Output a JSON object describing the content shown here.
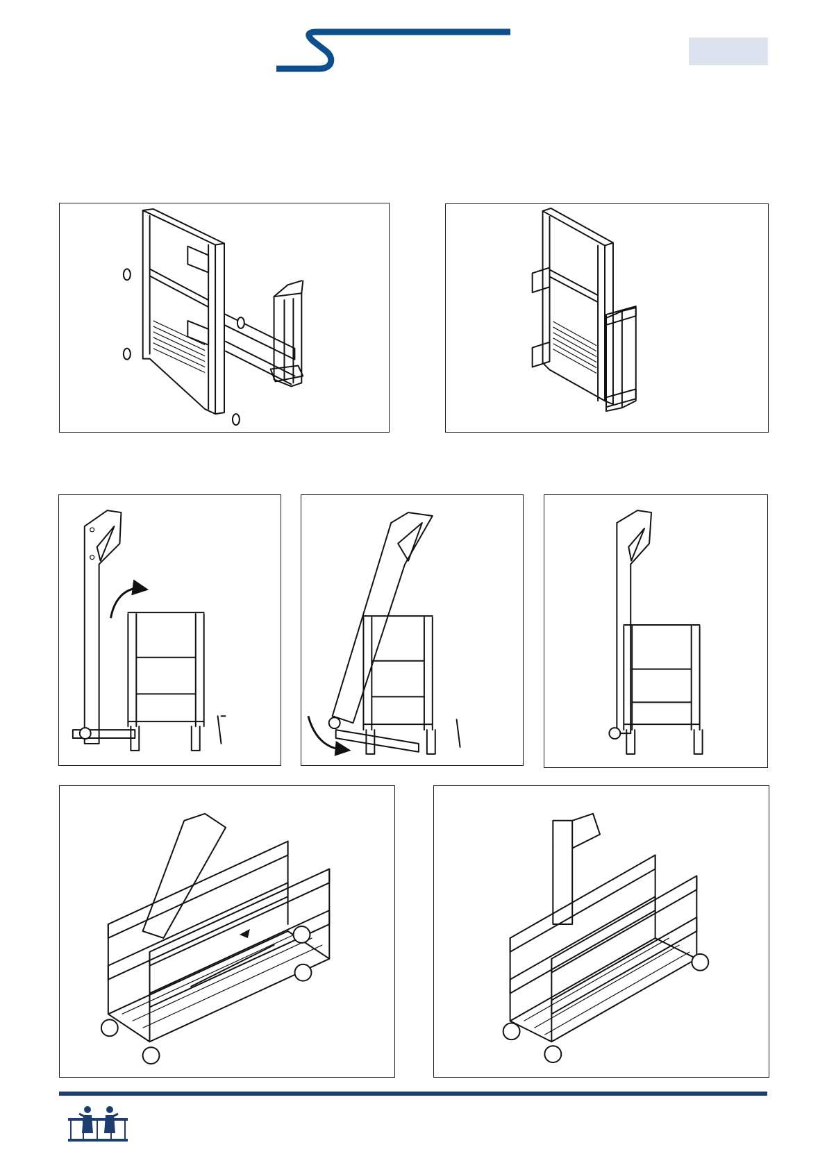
{
  "header": {
    "brand_color": "#0b4f8c",
    "page_tab_color": "#dde3ee",
    "page_tab_text": ""
  },
  "figures": [
    {
      "id": "frame-exploded"
    },
    {
      "id": "frame-assembled"
    },
    {
      "id": "mast-side-step1"
    },
    {
      "id": "mast-side-step2"
    },
    {
      "id": "mast-side-step3"
    },
    {
      "id": "platform-iso-tilted"
    },
    {
      "id": "platform-iso-upright"
    }
  ],
  "footer": {
    "rule_color": "#1f3c6e",
    "logo_icon": "workers-on-platform-logo"
  }
}
